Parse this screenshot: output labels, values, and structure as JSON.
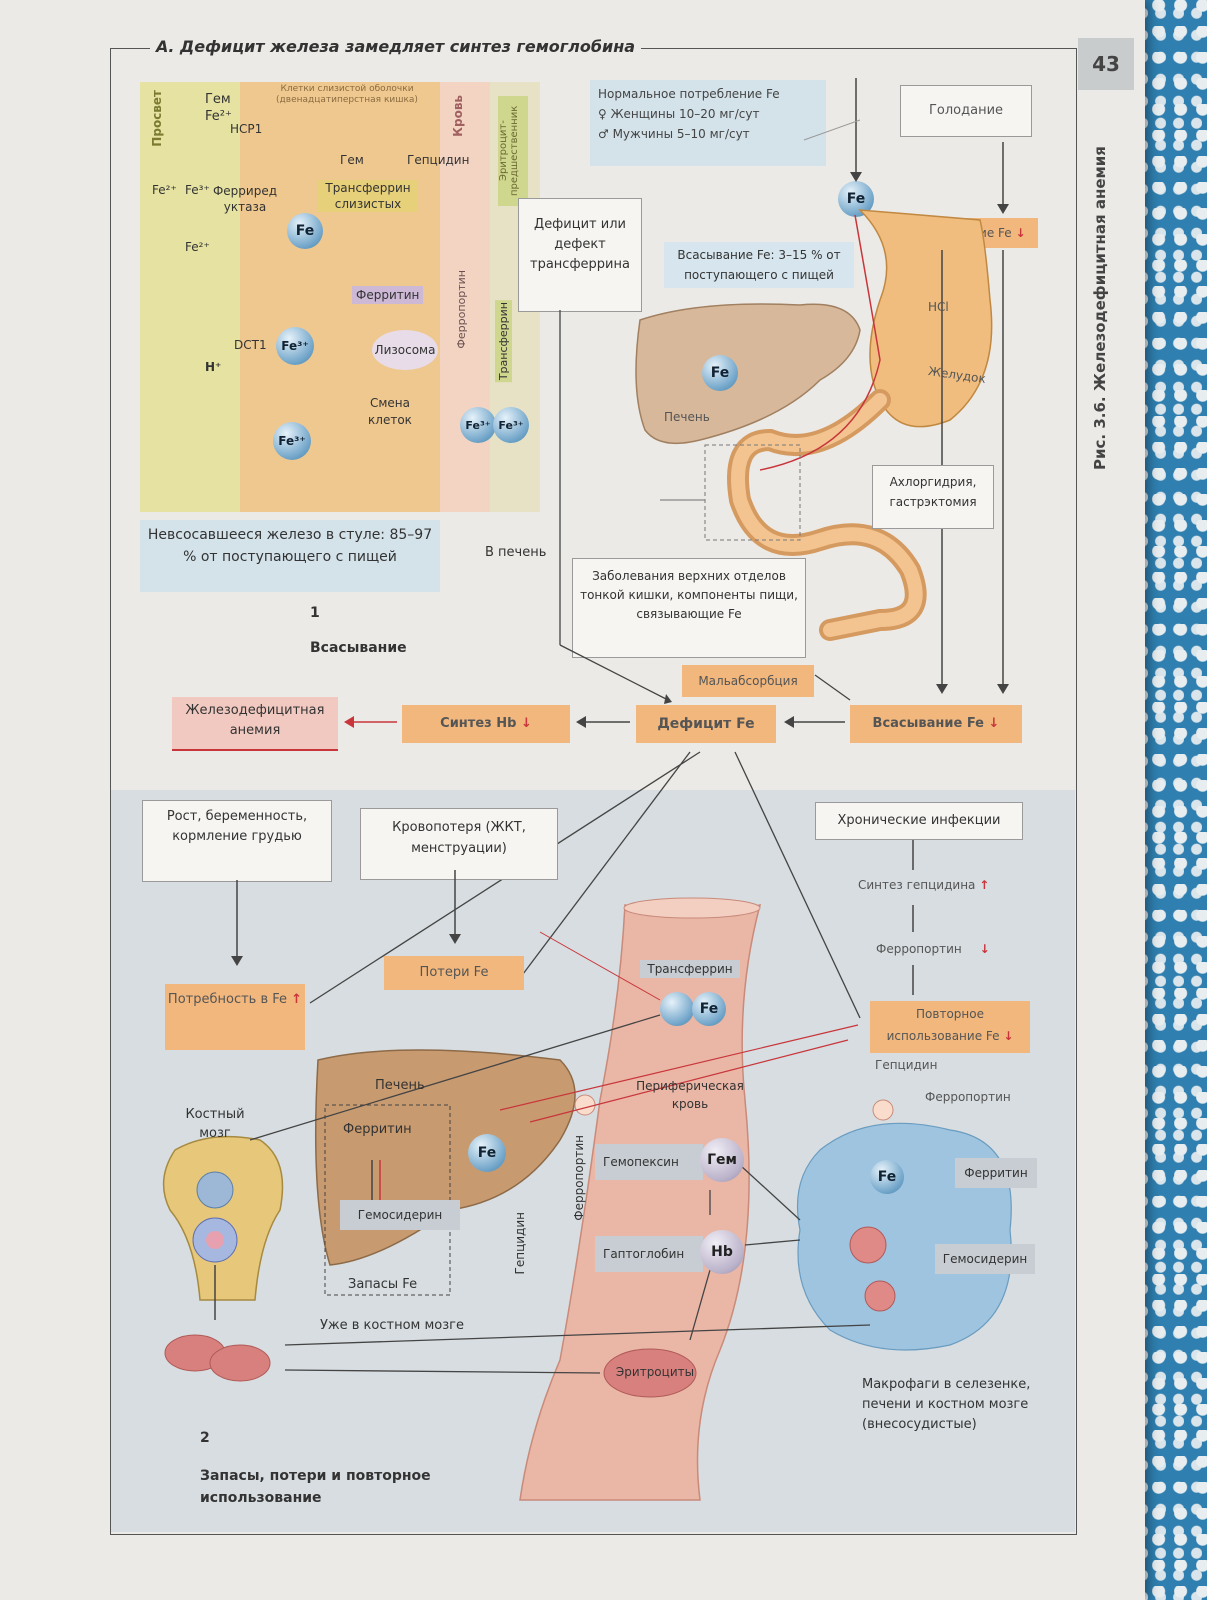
{
  "page_number": "43",
  "figure_caption": "Рис. 3.6. Железодефицитная анемия",
  "title": "А. Дефицит железа замедляет синтез гемоглобина",
  "section1": {
    "number": "1",
    "label": "Всасывание",
    "lumen": "Просвет",
    "cells_header": "Клетки слизистой оболочки (двенадцатиперстная кишка)",
    "blood": "Кровь",
    "erythro": "Эритроцит-предшественник",
    "heme_fe2": "Гем",
    "heme_fe2_sub": "Fe²⁺",
    "hcp1": "HCP1",
    "heme": "Гем",
    "hepcidin": "Гепцидин",
    "fe2": "Fe²⁺",
    "fe3": "Fe³⁺",
    "ferrireductase": "Ферриредуктаза",
    "transferrin_mucosal": "Трансферрин слизистых",
    "fe": "Fe",
    "fe2_b": "Fe²⁺",
    "ferritin": "Ферритин",
    "dct1": "DCT1",
    "fe3_circle": "Fe³⁺",
    "h_plus": "H⁺",
    "lysosome": "Лизосома",
    "cell_change": "Смена клеток",
    "fe3_circle2": "Fe³⁺",
    "ferroportin": "Ферропортин",
    "transferrin_vertical": "Трансферрин",
    "fe3_a": "Fe³⁺",
    "fe3_b": "Fe³⁺",
    "to_liver": "В печень",
    "stool": "Невсосавшееся железо в стуле: 85–97 % от поступающего с пищей",
    "transferrin_defect": "Дефицит или дефект трансферрина"
  },
  "intake": {
    "title": "Нормальное потребление Fe",
    "women": "♀ Женщины 10–20 мг/сут",
    "men": "♂ Мужчины 5–10 мг/сут"
  },
  "starvation": "Голодание",
  "fe_top": "Fe",
  "intake_down": "Потребление Fe",
  "absorption_percent": "Всасывание Fe: 3–15 % от поступающего с пищей",
  "hcl": "HCl",
  "stomach": "Желудок",
  "liver_top": "Печень",
  "fe_liver_top": "Fe",
  "achlorhydria": "Ахлоргидрия, гастрэктомия",
  "upper_gut": "Заболевания верхних отделов тонкой кишки, компоненты пищи, связывающие Fe",
  "malabsorption": "Мальабсорбция",
  "chain": {
    "ida": "Железодефицитная анемия",
    "hb_synthesis": "Синтез Hb",
    "fe_deficit": "Дефицит Fe",
    "absorption": "Всасывание Fe"
  },
  "section2": {
    "number": "2",
    "label": "Запасы, потери и повторное использование",
    "growth": "Рост, беременность, кормление грудью",
    "blood_loss": "Кровопотеря (ЖКТ, менструации)",
    "fe_losses": "Потери Fe",
    "fe_need": "Потребность в Fe",
    "chronic_inf": "Хронические инфекции",
    "hepcidin_syn": "Синтез гепцидина",
    "ferroportin_down": "Ферропортин",
    "reuse": "Повторное использование Fe",
    "hepcidin_a": "Гепцидин",
    "ferroportin_a": "Ферропортин",
    "transferrin": "Трансферрин",
    "fe_tf": "Fe",
    "bone_marrow": "Костный мозг",
    "liver": "Печень",
    "ferritin": "Ферритин",
    "fe_liver": "Fe",
    "hemosiderin": "Гемосидерин",
    "stores": "Запасы Fe",
    "hepcidin_v": "Гепцидин",
    "ferroportin_v": "Ферропортин",
    "periph_blood": "Периферическая кровь",
    "hemopexin": "Гемопексин",
    "heme": "Гем",
    "haptoglobin": "Гаптоглобин",
    "hb": "Hb",
    "in_marrow": "Уже в костном мозге",
    "erythrocytes": "Эритроциты",
    "macro_fe": "Fe",
    "macro_ferritin": "Ферритин",
    "macro_hemosiderin": "Гемосидерин",
    "macrophages": "Макрофаги в селезенке, печени и костном мозге (внесосудистые)"
  }
}
